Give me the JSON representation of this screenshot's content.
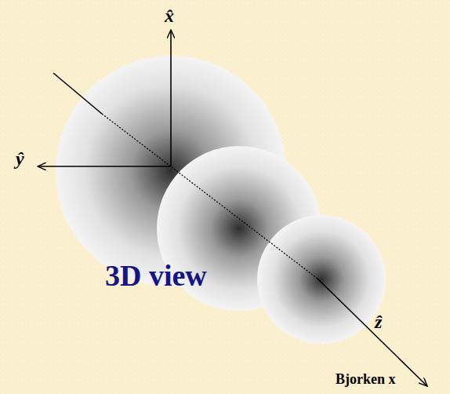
{
  "diagram": {
    "labels": [
      "x̂",
      "ŷ",
      "ẑ",
      "3D view",
      "Bjorken x"
    ]
  }
}
